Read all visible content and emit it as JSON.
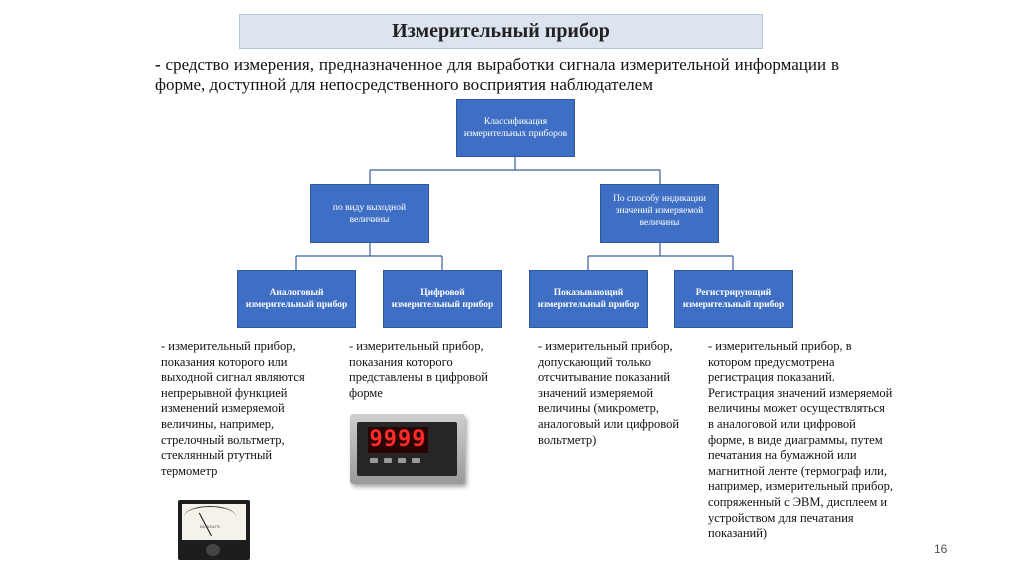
{
  "slide": {
    "title": "Измерительный прибор",
    "definition_dash": "-",
    "definition_text": " средство измерения, предназначенное для выработки сигнала измерительной информации в форме, доступной для непосредственного восприятия наблюдателем",
    "page_number": "16"
  },
  "diagram": {
    "root": "Классификация измерительных приборов",
    "level2": [
      "по виду выходной величины",
      "По способу индикации значений измеряемой величины"
    ],
    "level3": [
      "Аналоговый измерительный прибор",
      "Цифровой измерительный прибор",
      "Показывающий измерительный прибор",
      "Регистрирующий измерительный прибор"
    ]
  },
  "descriptions": {
    "analog": "- измерительный прибор, показания которого или выходной сигнал являются непрерывной функцией изменений измеряемой величины, например, стрелочный вольтметр, стеклянный ртутный термометр",
    "digital": "- измерительный прибор, показания которого представлены в цифровой форме",
    "indicating": "- измерительный прибор, допускающий только отсчитывание показаний значений измеряемой величины (микрометр, аналоговый или цифровой вольтметр)",
    "recording": "- измерительный прибор, в котором предусмотрена регистрация показаний. Регистрация значений измеряемой величины может осуществляться в аналоговой или цифровой форме, в виде диаграммы, путем печатания на бумажной или магнитной ленте (термограф или, например, измерительный прибор, сопряженный с ЭВМ, дисплеем и устройством для печатания показаний)"
  },
  "images": {
    "analog_meter_label": "DC VOLTS",
    "digital_meter_display": "9999"
  },
  "colors": {
    "box_fill": "#3e6fc4",
    "title_bar": "#dce4f0",
    "display_red": "#ff2b2b"
  }
}
